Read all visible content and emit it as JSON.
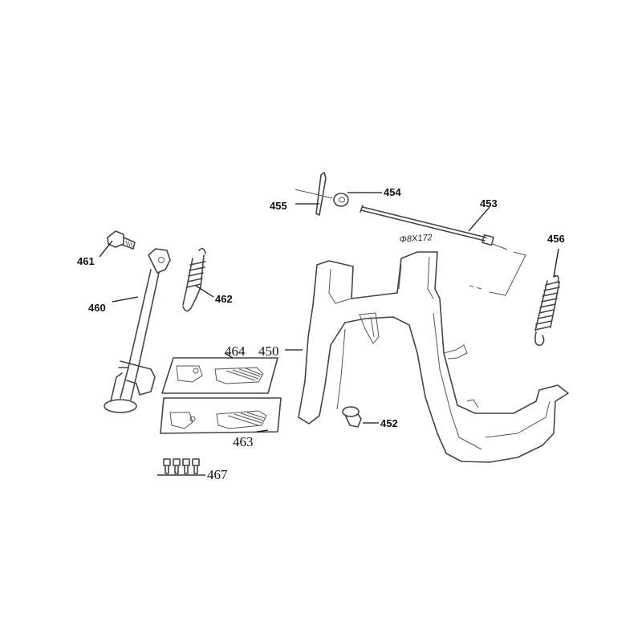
{
  "labels": {
    "p450": "450",
    "p452": "452",
    "p453": "453",
    "p454": "454",
    "p455": "455",
    "p456": "456",
    "p460": "460",
    "p461": "461",
    "p462": "462",
    "p463": "463",
    "p464": "464",
    "p467": "467"
  },
  "dimension": "Φ8X172"
}
